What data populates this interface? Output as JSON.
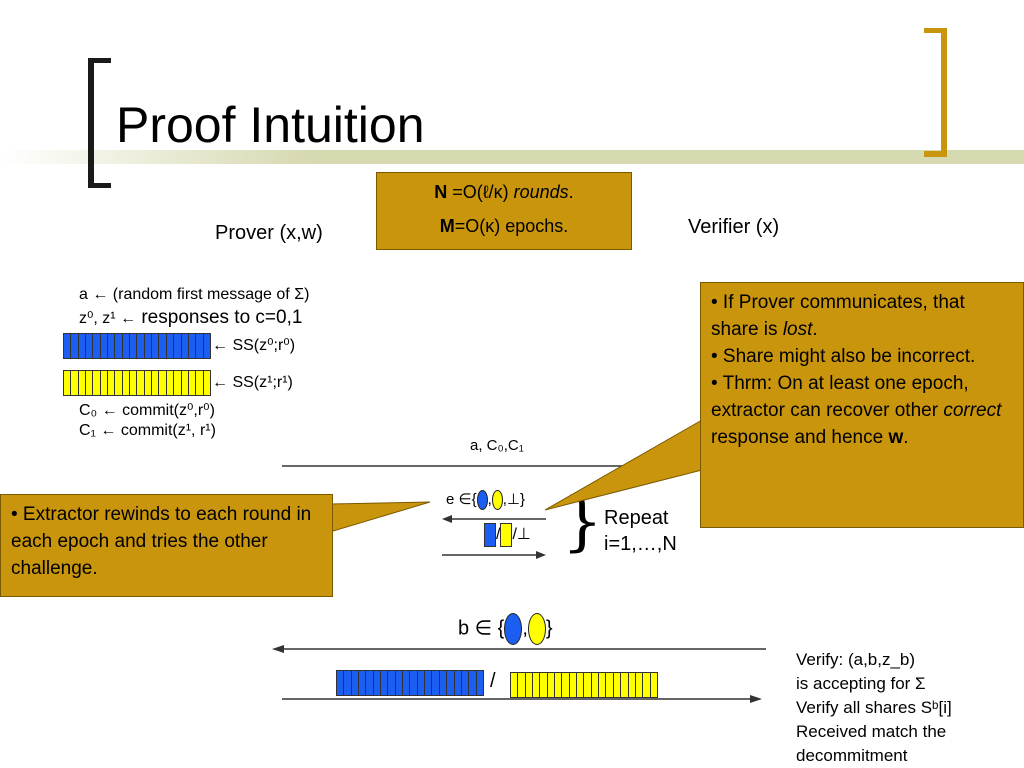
{
  "slide": {
    "title": "Proof Intuition",
    "prover_label": "Prover (x,w)",
    "verifier_label": "Verifier (x)"
  },
  "info_box": {
    "line1_bold": "N",
    "line1_rest": " =O(ℓ/κ) ",
    "line1_italic": "rounds",
    "line1_end": ".",
    "line2_bold": "M",
    "line2_rest": "=O(κ) epochs."
  },
  "prover_steps": {
    "a_line": "a ← (random first message of Σ)",
    "z_line_small": "z⁰, z¹ ←",
    "z_line_big": " responses to c=0,1",
    "ss0": "← SS(z⁰;r⁰)",
    "ss1": "← SS(z¹;r¹)",
    "c0": "C₀ ← commit(z⁰,r⁰)",
    "c1": "C₁ ← commit(z¹, r¹)"
  },
  "messages": {
    "first": "a, C₀,C₁",
    "challenge_prefix": "e ∈{",
    "challenge_sep1": ",",
    "challenge_sep2": ",⊥}",
    "response_sep1": "/",
    "response_sep2": "/⊥",
    "repeat_line1": "Repeat",
    "repeat_line2": "i=1,…,N",
    "b_prefix": "b ∈ {",
    "b_sep": ",",
    "b_end": "}",
    "final_sep": "/"
  },
  "callouts": {
    "left": "• Extractor rewinds to each round in each epoch and tries the other challenge.",
    "right_l1": "• If Prover communicates, that share is ",
    "right_l1_italic": "lost",
    "right_l1_end": ".",
    "right_l2": "• Share might also be incorrect.",
    "right_l3": "• Thrm: On at least one epoch, extractor can recover other ",
    "right_l3_italic": "correct",
    "right_l3_mid": " response and hence ",
    "right_l3_bold": "w",
    "right_l3_end": "."
  },
  "verify": {
    "l1": "Verify: (a,b,z_b)",
    "l2": "is accepting for Σ",
    "l3": "Verify all shares Sᵇ[i]",
    "l4": "Received match the",
    "l5": "decommitment"
  },
  "colors": {
    "gold": "#c9950c",
    "olive_band": "#d7d9b1",
    "blue_share": "#1c5ef2",
    "yellow_share": "#ffff00"
  }
}
